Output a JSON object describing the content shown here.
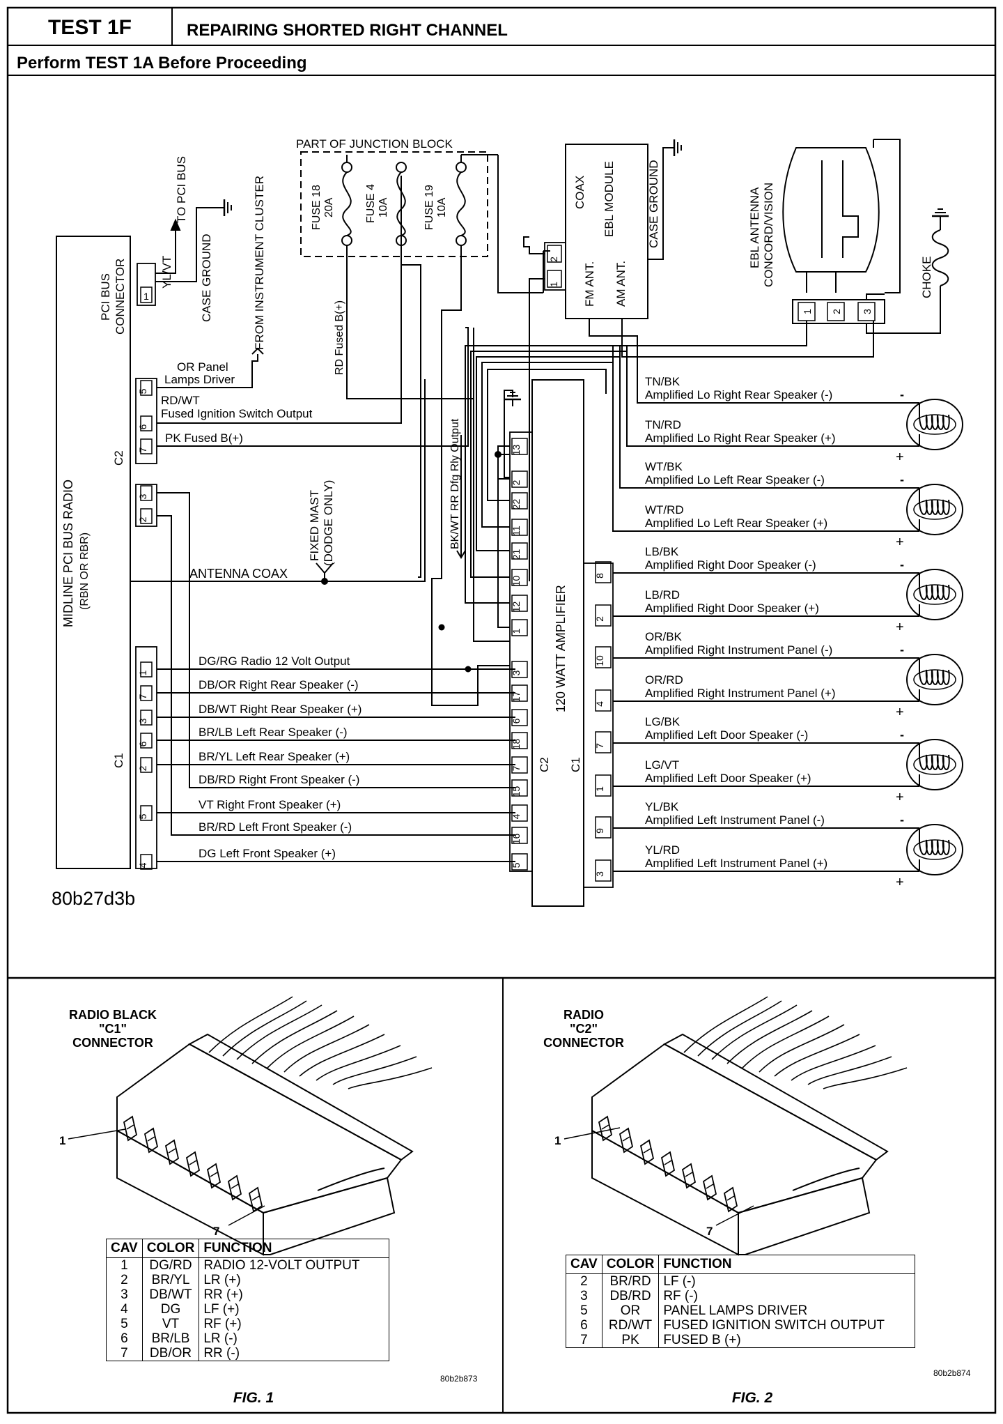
{
  "header": {
    "test_id": "TEST 1F",
    "title": "REPAIRING SHORTED RIGHT CHANNEL",
    "subtitle": "Perform TEST 1A Before Proceeding"
  },
  "diagram": {
    "radio": {
      "name": "MIDLINE PCI BUS RADIO",
      "sub": "(RBN OR RBR)",
      "c2_label": "C2",
      "c1_label": "C1",
      "pci_label_1": "PCI BUS",
      "pci_label_2": "CONNECTOR",
      "pci_pin": "1"
    },
    "pci": {
      "wire": "YL/VT",
      "to_bus": "TO PCI BUS",
      "case_ground": "CASE GROUND"
    },
    "cluster": {
      "label": "FROM INSTRUMENT CLUSTER"
    },
    "panel_lamps": {
      "line1": "OR Panel",
      "line2": "Lamps Driver"
    },
    "radio_c2_pins": [
      {
        "pin": "5",
        "wire": "",
        "desc": ""
      },
      {
        "pin": "6",
        "wire": "RD/WT",
        "desc": "Fused Ignition Switch Output"
      },
      {
        "pin": "7",
        "wire": "PK Fused B(+)",
        "desc": ""
      },
      {
        "pin": "3",
        "wire": "",
        "desc": ""
      },
      {
        "pin": "2",
        "wire": "",
        "desc": ""
      }
    ],
    "junction": {
      "title": "PART OF JUNCTION BLOCK",
      "fuses": [
        {
          "name": "FUSE 18",
          "rating": "20A"
        },
        {
          "name": "FUSE 4",
          "rating": "10A"
        },
        {
          "name": "FUSE 19",
          "rating": "10A"
        }
      ]
    },
    "rd_fused": "RD Fused B(+)",
    "bkwt_label": "BK/WT RR Dfg Rly Output",
    "fixed_mast": {
      "line1": "FIXED MAST",
      "line2": "(DODGE ONLY)"
    },
    "antenna_coax": "ANTENNA COAX",
    "radio_c1_pins": [
      {
        "pin": "1",
        "label": "DG/RG Radio 12 Volt Output",
        "amp_pin": "3"
      },
      {
        "pin": "7",
        "label": "DB/OR Right Rear Speaker (-)",
        "amp_pin": "17"
      },
      {
        "pin": "3",
        "label": "DB/WT Right Rear Speaker (+)",
        "amp_pin": "6"
      },
      {
        "pin": "6",
        "label": "BR/LB Left Rear Speaker (-)",
        "amp_pin": "18"
      },
      {
        "pin": "2",
        "label": "BR/YL Left Rear Speaker (+)",
        "amp_pin": "7"
      },
      {
        "pin": "",
        "label": "DB/RD Right Front Speaker (-)",
        "amp_pin": "15"
      },
      {
        "pin": "5",
        "label": "VT Right Front Speaker (+)",
        "amp_pin": "4"
      },
      {
        "pin": "",
        "label": "BR/RD Left Front Speaker (-)",
        "amp_pin": "16"
      },
      {
        "pin": "4",
        "label": "DG Left Front Speaker (+)",
        "amp_pin": "5"
      }
    ],
    "amp_upper_pins": [
      "13",
      "2",
      "22",
      "11",
      "21",
      "10",
      "12",
      "1"
    ],
    "amplifier": {
      "name": "120 WATT AMPLIFIER",
      "c2": "C2",
      "c1": "C1"
    },
    "ebl": {
      "module": "EBL MODULE",
      "coax": "COAX",
      "fm": "FM ANT.",
      "am": "AM ANT.",
      "case_ground": "CASE GROUND",
      "pins": [
        "1",
        "2"
      ]
    },
    "antenna": {
      "line1": "EBL ANTENNA",
      "line2": "CONCORD/VISION",
      "choke": "CHOKE",
      "pins": [
        "1",
        "2",
        "3"
      ]
    },
    "speakers": [
      {
        "pin": "",
        "color": "TN/BK",
        "label": "Amplified Lo Right Rear Speaker (-)"
      },
      {
        "pin": "",
        "color": "TN/RD",
        "label": "Amplified Lo Right Rear Speaker (+)"
      },
      {
        "pin": "",
        "color": "WT/BK",
        "label": "Amplified Lo Left Rear Speaker (-)"
      },
      {
        "pin": "",
        "color": "WT/RD",
        "label": "Amplified Lo Left Rear Speaker (+)"
      },
      {
        "pin": "8",
        "color": "LB/BK",
        "label": "Amplified Right Door Speaker (-)"
      },
      {
        "pin": "2",
        "color": "LB/RD",
        "label": "Amplified Right Door Speaker (+)"
      },
      {
        "pin": "10",
        "color": "OR/BK",
        "label": "Amplified Right Instrument Panel (-)"
      },
      {
        "pin": "4",
        "color": "OR/RD",
        "label": "Amplified Right Instrument Panel (+)"
      },
      {
        "pin": "7",
        "color": "LG/BK",
        "label": "Amplified Left Door Speaker (-)"
      },
      {
        "pin": "1",
        "color": "LG/VT",
        "label": "Amplified Left Door Speaker (+)"
      },
      {
        "pin": "9",
        "color": "YL/BK",
        "label": "Amplified Left Instrument Panel (-)"
      },
      {
        "pin": "3",
        "color": "YL/RD",
        "label": "Amplified Left Instrument Panel (+)"
      }
    ],
    "speaker_minus": "-",
    "speaker_plus": "+",
    "figure_code": "80b27d3b"
  },
  "fig1": {
    "title_line1": "RADIO BLACK",
    "title_line2": "\"C1\"",
    "title_line3": "CONNECTOR",
    "pin_first": "1",
    "pin_last": "7",
    "headers": [
      "CAV",
      "COLOR",
      "FUNCTION"
    ],
    "rows": [
      [
        "1",
        "DG/RD",
        "RADIO 12-VOLT OUTPUT"
      ],
      [
        "2",
        "BR/YL",
        "LR (+)"
      ],
      [
        "3",
        "DB/WT",
        "RR (+)"
      ],
      [
        "4",
        "DG",
        "LF (+)"
      ],
      [
        "5",
        "VT",
        "RF (+)"
      ],
      [
        "6",
        "BR/LB",
        "LR (-)"
      ],
      [
        "7",
        "DB/OR",
        "RR (-)"
      ]
    ],
    "code": "80b2b873",
    "caption": "FIG. 1"
  },
  "fig2": {
    "title_line1": "RADIO",
    "title_line2": "\"C2\"",
    "title_line3": "CONNECTOR",
    "pin_first": "1",
    "pin_last": "7",
    "headers": [
      "CAV",
      "COLOR",
      "FUNCTION"
    ],
    "rows": [
      [
        "2",
        "BR/RD",
        "LF (-)"
      ],
      [
        "3",
        "DB/RD",
        "RF (-)"
      ],
      [
        "5",
        "OR",
        "PANEL LAMPS DRIVER"
      ],
      [
        "6",
        "RD/WT",
        "FUSED IGNITION SWITCH OUTPUT"
      ],
      [
        "7",
        "PK",
        "FUSED B (+)"
      ]
    ],
    "code": "80b2b874",
    "caption": "FIG. 2"
  }
}
